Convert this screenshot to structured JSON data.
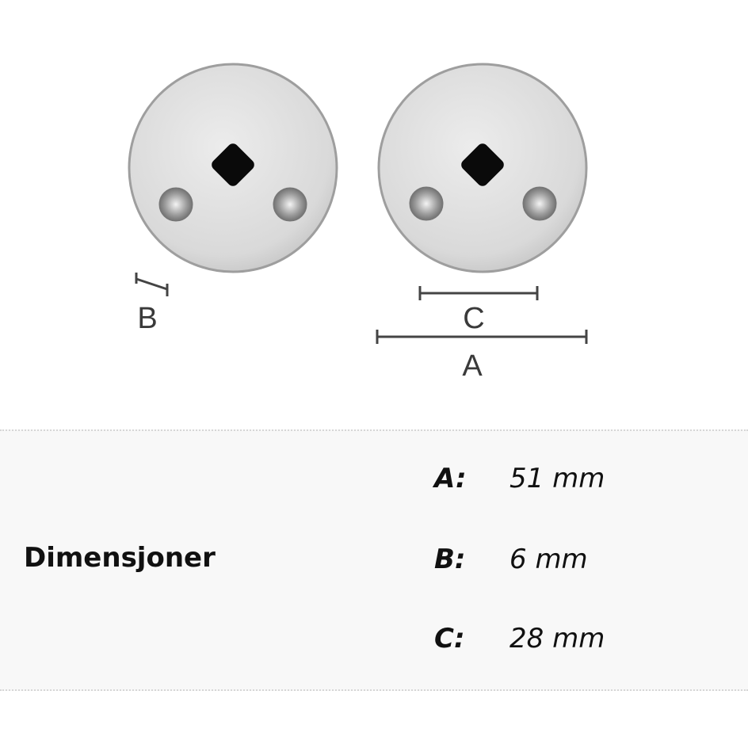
{
  "diagram": {
    "labels": {
      "a": "A",
      "b": "B",
      "c": "C"
    }
  },
  "dimensions": {
    "heading": "Dimensjoner",
    "rows": [
      {
        "label": "A:",
        "value": "51 mm"
      },
      {
        "label": "B:",
        "value": "6 mm"
      },
      {
        "label": "C:",
        "value": "28 mm"
      }
    ]
  }
}
